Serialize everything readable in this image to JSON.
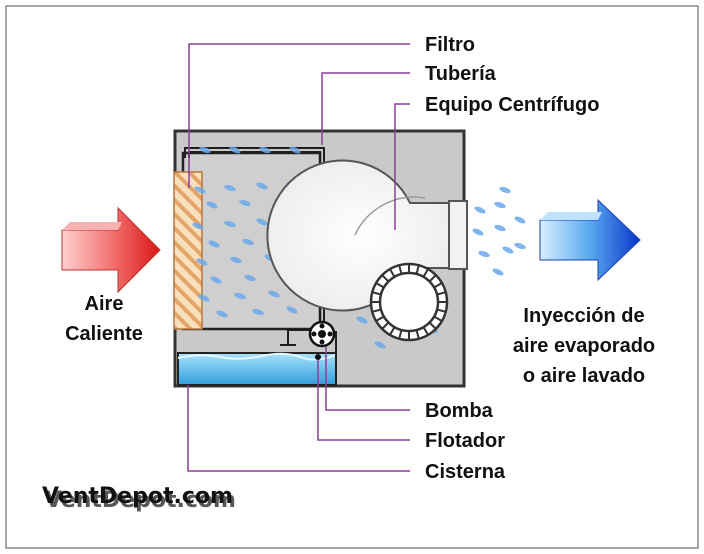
{
  "labels": {
    "filtro": "Filtro",
    "tuberia": "Tubería",
    "equipo": "Equipo Centrífugo",
    "bomba": "Bomba",
    "flotador": "Flotador",
    "cisterna": "Cisterna"
  },
  "left_text": [
    "Aire",
    "Caliente"
  ],
  "right_text": [
    "Inyección de",
    "aire evaporado",
    "o aire lavado"
  ],
  "watermark": "VentDepot.com",
  "colors": {
    "leader": "#8a3f9c",
    "water": "#4fb4e8",
    "droplet": "#6aa9ea",
    "cabinet": "#c8c8c8",
    "hot_arrow": "#e8302e",
    "cool_arrow": "#1e4fd6",
    "watermark": "#d93a3a"
  },
  "icons": [
    "hot-air-arrow-icon",
    "cool-air-arrow-icon",
    "centrifugal-fan-icon",
    "pump-icon",
    "float-icon"
  ]
}
